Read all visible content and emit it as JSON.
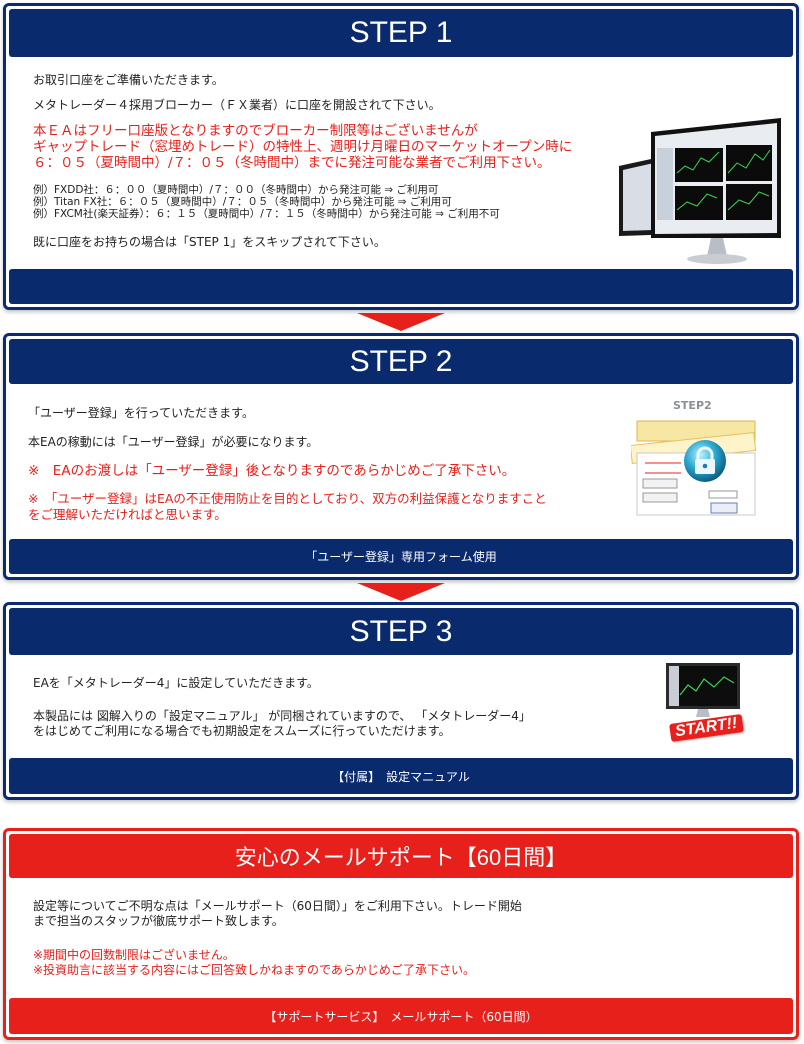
{
  "step1": {
    "title": "STEP 1",
    "lines": [
      "お取引口座をご準備いただきます。",
      "メタトレーダー４採用ブローカー（ＦＸ業者）に口座を開設されて下さい。"
    ],
    "warning": [
      "本ＥＡはフリー口座版となりますのでブローカー制限等はございませんが",
      "ギャップトレード（窓埋めトレード）の特性上、週明け月曜日のマーケットオープン時に",
      "６：０５（夏時間中）/７：０５（冬時間中）までに発注可能な業者でご利用下さい。"
    ],
    "examples": [
      "例）FXDD社：６：００（夏時間中）/７：００（冬時間中）から発注可能 ⇒ ご利用可",
      "例）Titan FX社：６：０５（夏時間中）/７：０５（冬時間中）から発注可能 ⇒ ご利用可",
      "例）FXCM社(楽天証券）：６：１５（夏時間中）/７：１５（冬時間中）から発注可能 ⇒ ご利用不可"
    ],
    "skip_note": "既に口座をお持ちの場合は「STEP 1」をスキップされて下さい。"
  },
  "step2": {
    "title": "STEP 2",
    "lines": [
      "「ユーザー登録」を行っていただきます。",
      "本EAの稼動には「ユーザー登録」が必要になります。"
    ],
    "warning1": "※　EAのお渡しは「ユーザー登録」後となりますのであらかじめご了承下さい。",
    "warning2": [
      "※　「ユーザー登録」はEAの不正使用防止を目的としており、双方の利益保護となりますこと",
      "をご理解いただければと思います。"
    ],
    "thumb_label": "STEP2",
    "footer": "「ユーザー登録」専用フォーム使用"
  },
  "step3": {
    "title": "STEP 3",
    "line1": "EAを「メタトレーダー4」に設定していただきます。",
    "line2": [
      "本製品には 図解入りの「設定マニュアル」 が同梱されていますので、 「メタトレーダー4」",
      "をはじめてご利用になる場合でも初期設定をスムーズに行っていただけます。"
    ],
    "badge": "START!!",
    "footer": "【付属】　設定マニュアル"
  },
  "support": {
    "title": "安心のメールサポート【60日間】",
    "body": [
      "設定等についてご不明な点は「メールサポート（60日間）」をご利用下さい。トレード開始",
      "まで担当のスタッフが徹底サポート致します。"
    ],
    "notes": [
      "※期間中の回数制限はございません。",
      "※投資助言に該当する内容にはご回答致しかねますのであらかじめご了承下さい。"
    ],
    "footer": "【サポートサービス】　メールサポート（60日間）"
  },
  "colors": {
    "navy": "#0a2a6e",
    "red": "#e8201b"
  }
}
